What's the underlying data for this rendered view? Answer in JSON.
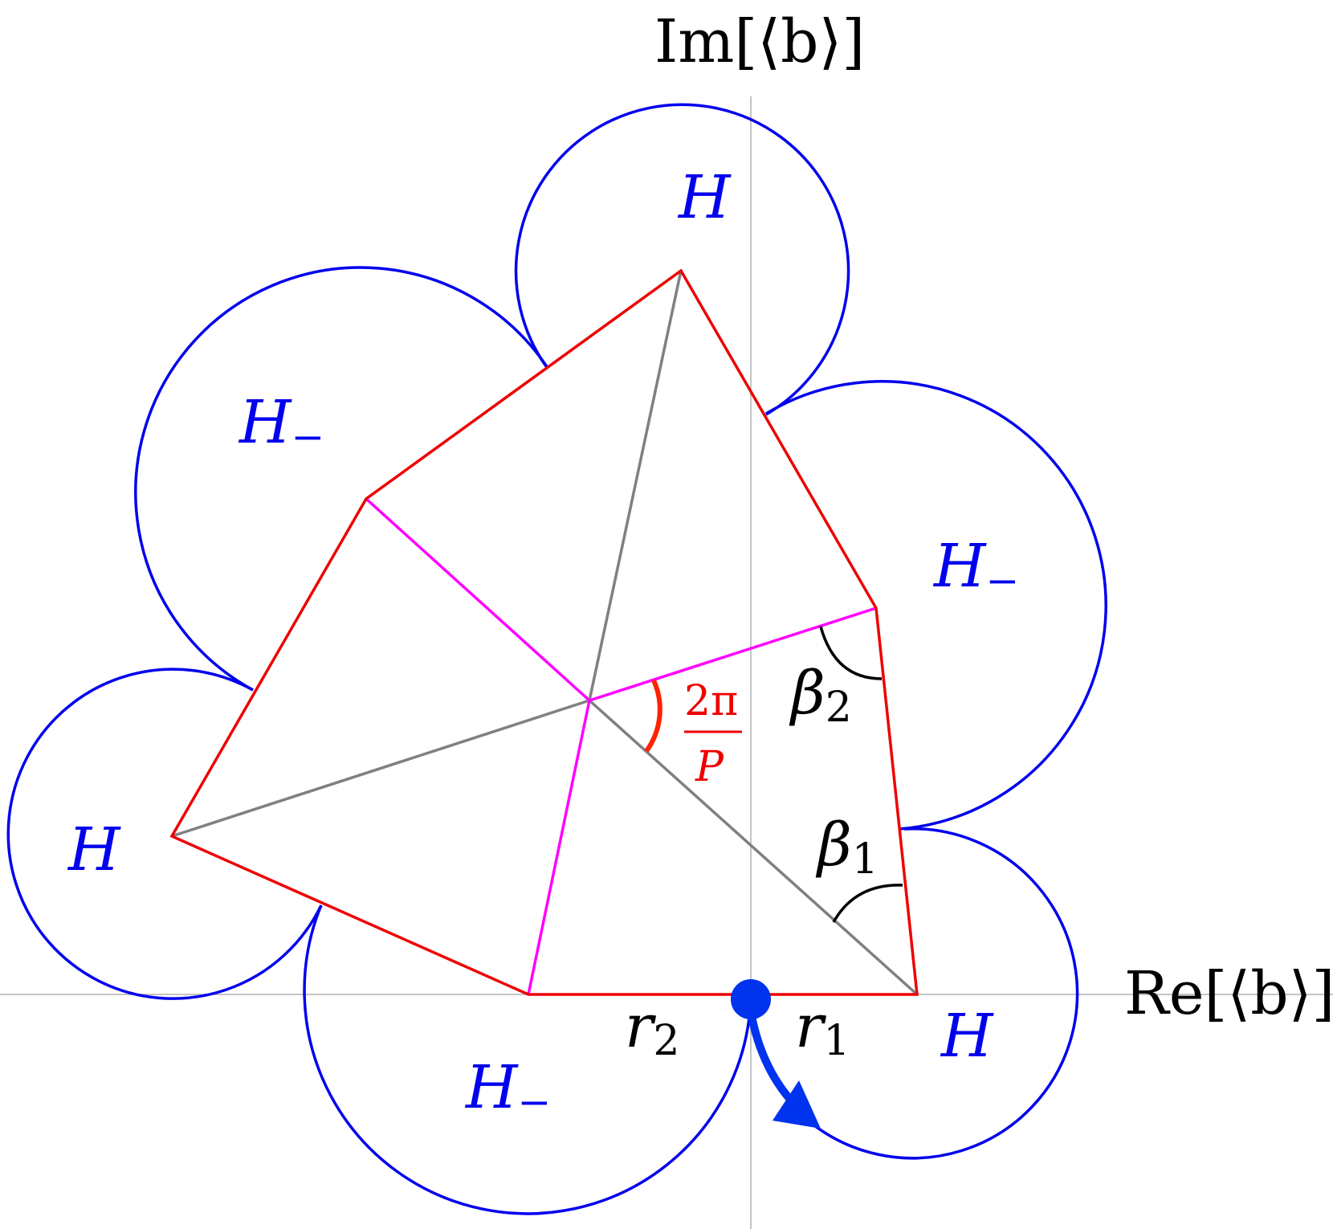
{
  "axes": {
    "imaginary_label": "Im[⟨b⟩]",
    "real_label": "Re[⟨b⟩]"
  },
  "labels": {
    "region_h": "H",
    "region_h_minus": "H",
    "region_h_minus_subscript": "−",
    "angle_fraction_numerator": "2π",
    "angle_fraction_denominator": "P",
    "beta1": "β",
    "beta1_subscript": "1",
    "beta2": "β",
    "beta2_subscript": "2",
    "r1": "r",
    "r1_subscript": "1",
    "r2": "r",
    "r2_subscript": "2"
  },
  "colors": {
    "circles": "#0000ee",
    "polygon_edges": "#ee0000",
    "magenta_spokes": "#ff00ff",
    "gray_spokes": "#808080",
    "axes": "#b0b0b0",
    "angle_arc_red": "#ff2200",
    "angle_arcs": "#000000",
    "marker": "#0033ee",
    "labels": "#000000"
  }
}
